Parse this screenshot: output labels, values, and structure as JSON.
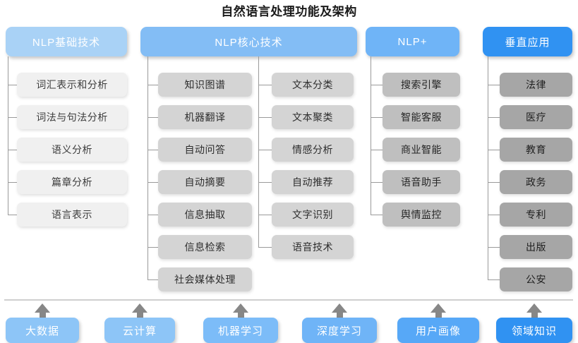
{
  "title": "自然语言处理功能及架构",
  "columns": [
    {
      "id": "nlp-basic",
      "header": "NLP基础技术",
      "header_color": "#a9d2f6",
      "groups": [
        {
          "items": [
            "词汇表示和分析",
            "词法与句法分析",
            "语义分析",
            "篇章分析",
            "语言表示"
          ]
        }
      ]
    },
    {
      "id": "nlp-core",
      "header": "NLP核心技术",
      "header_color": "#83bdf5",
      "groups": [
        {
          "items": [
            "知识图谱",
            "机器翻译",
            "自动问答",
            "自动摘要",
            "信息抽取",
            "信息检索",
            "社会媒体处理"
          ]
        },
        {
          "items": [
            "文本分类",
            "文本聚类",
            "情感分析",
            "自动推荐",
            "文字识别",
            "语音技术"
          ]
        }
      ]
    },
    {
      "id": "nlp-plus",
      "header": "NLP+",
      "header_color": "#6fb4f7",
      "groups": [
        {
          "items": [
            "搜索引擎",
            "智能客服",
            "商业智能",
            "语音助手",
            "舆情监控"
          ]
        }
      ]
    },
    {
      "id": "vertical-apps",
      "header": "垂直应用",
      "header_color": "#3092f2",
      "groups": [
        {
          "items": [
            "法律",
            "医疗",
            "教育",
            "政务",
            "专利",
            "出版",
            "公安"
          ]
        }
      ]
    }
  ],
  "foundations": [
    {
      "label": "大数据",
      "color": "#8dc5f7"
    },
    {
      "label": "云计算",
      "color": "#8dc5f7"
    },
    {
      "label": "机器学习",
      "color": "#7cbcf8"
    },
    {
      "label": "深度学习",
      "color": "#6fb4f7"
    },
    {
      "label": "用户画像",
      "color": "#57a8f7"
    },
    {
      "label": "领域知识",
      "color": "#3092f2"
    }
  ],
  "watermark": ""
}
